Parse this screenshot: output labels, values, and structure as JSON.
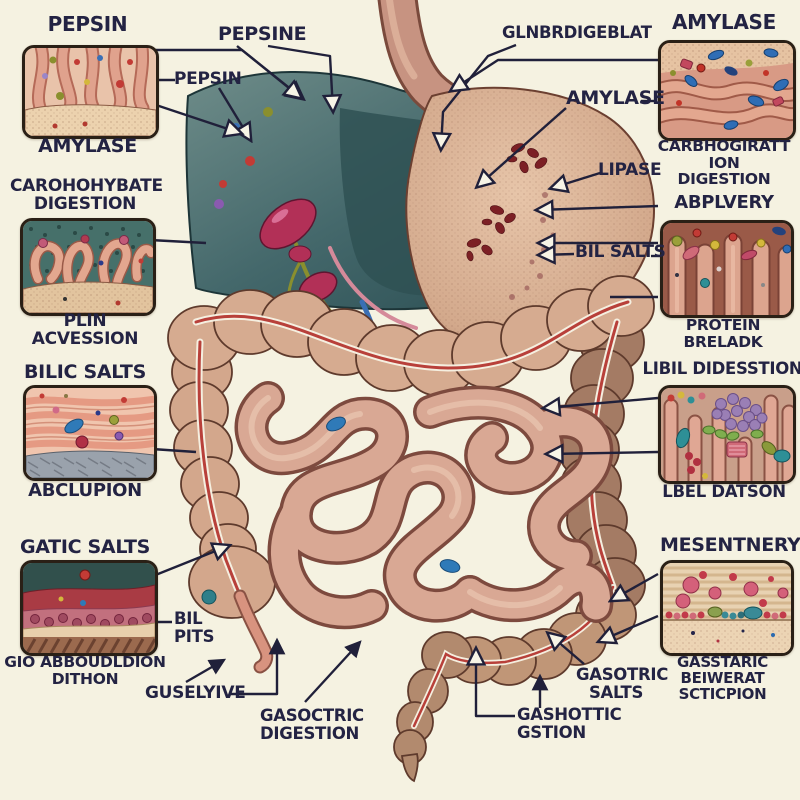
{
  "figure": {
    "subject": "digestive-system-illustration",
    "palette": {
      "background": "#f5f2e1",
      "label_text": "#232343",
      "leader_line": "#20203a",
      "liver": "#3f6266",
      "stomach": "#d8b096",
      "small_intestine": "#d9a894",
      "colon": "#d6ab90",
      "colon_shadow": "#a47b64",
      "gallbladder": "#b23057",
      "taenia_red": "#b8403a"
    }
  },
  "panels": {
    "left": [
      {
        "title": "PEPSIN",
        "caption": "AMYLASE"
      },
      {
        "title": "CAROHOHYBATE\nDIGESTION",
        "caption": "PLIN\nACVESSION"
      },
      {
        "title": "BILIC SALTS",
        "caption": "ABCLUPION"
      },
      {
        "title": "GATIC SALTS",
        "caption": "GIO ABBOUDLDION\nDITHON"
      }
    ],
    "right": [
      {
        "title": "AMYLASE",
        "caption": "CARBHOGIRATT ION\nDIGESTION"
      },
      {
        "title": "ABPLVERY",
        "caption": "PROTEIN BRELADK"
      },
      {
        "title": "LIBIL DIDESSTION",
        "caption": "LBEL DATSON"
      },
      {
        "title": "MESENTNERY",
        "caption": "GASSTARIC BEIWERAT\nSCTICPION"
      }
    ]
  },
  "labels": {
    "pepsine": "PEPSINE",
    "pepsin_mid": "PEPSIN",
    "glnbrdigeblat": "GLNBRDIGEBLAT",
    "amylase_mid": "AMYLASE",
    "lipase": "LIPASE",
    "bil_salts": "BIL SALTS",
    "bil_pits": "BIL\nPITS",
    "guselyive": "GUSELYIVE",
    "gasoctric_digestion": "GASOCTRIC\nDIGESTION",
    "gashottic_gstion": "GASHOTTIC\nGSTION",
    "gasotric_salts": "GASOTRIC\nSALTS"
  }
}
